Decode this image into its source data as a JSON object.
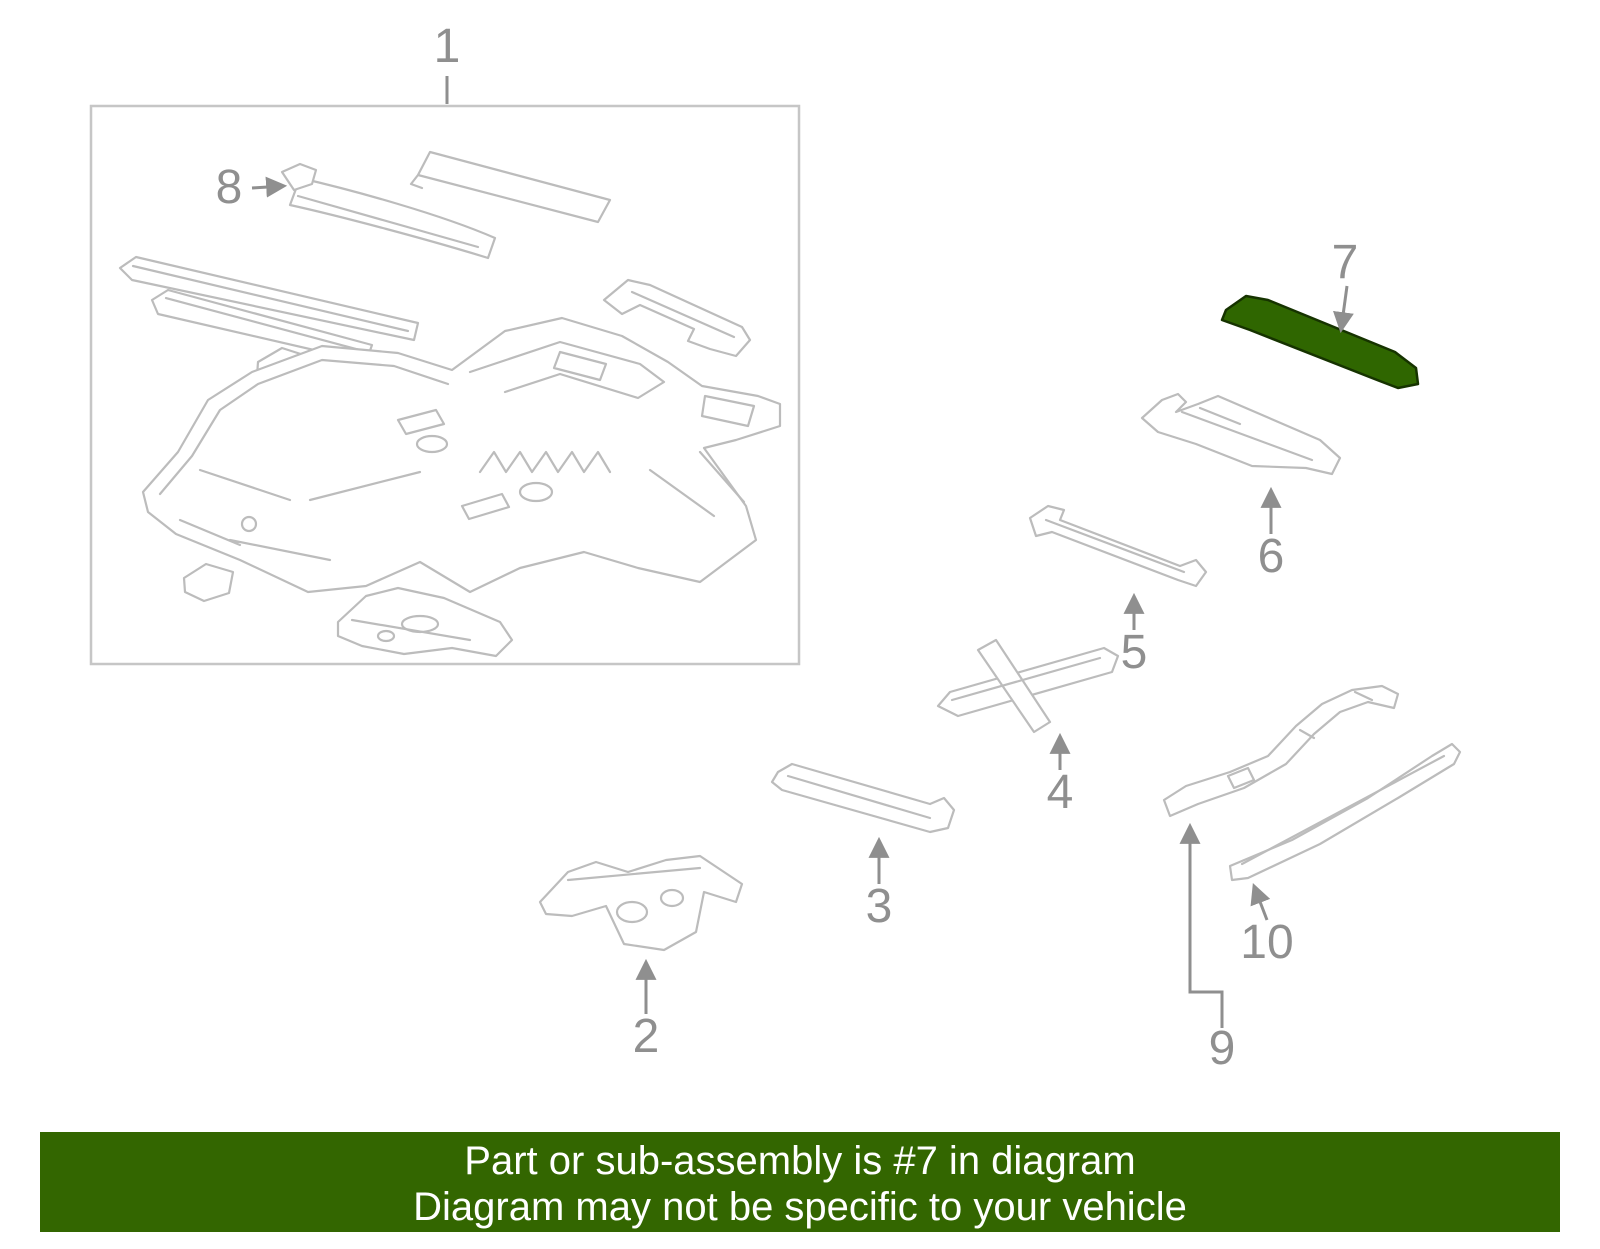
{
  "colors": {
    "diagram_line": "#bcbcbc",
    "callout": "#8f8f8f",
    "highlight_fill": "#2f6600",
    "highlight_stroke": "#163300",
    "banner_background": "#336600",
    "banner_text": "#ffffff"
  },
  "callouts": [
    "1",
    "2",
    "3",
    "4",
    "5",
    "6",
    "7",
    "8",
    "9",
    "10"
  ],
  "banner": {
    "line1": "Part or sub-assembly is #7 in diagram",
    "line2": "Diagram may not be specific to your vehicle"
  }
}
